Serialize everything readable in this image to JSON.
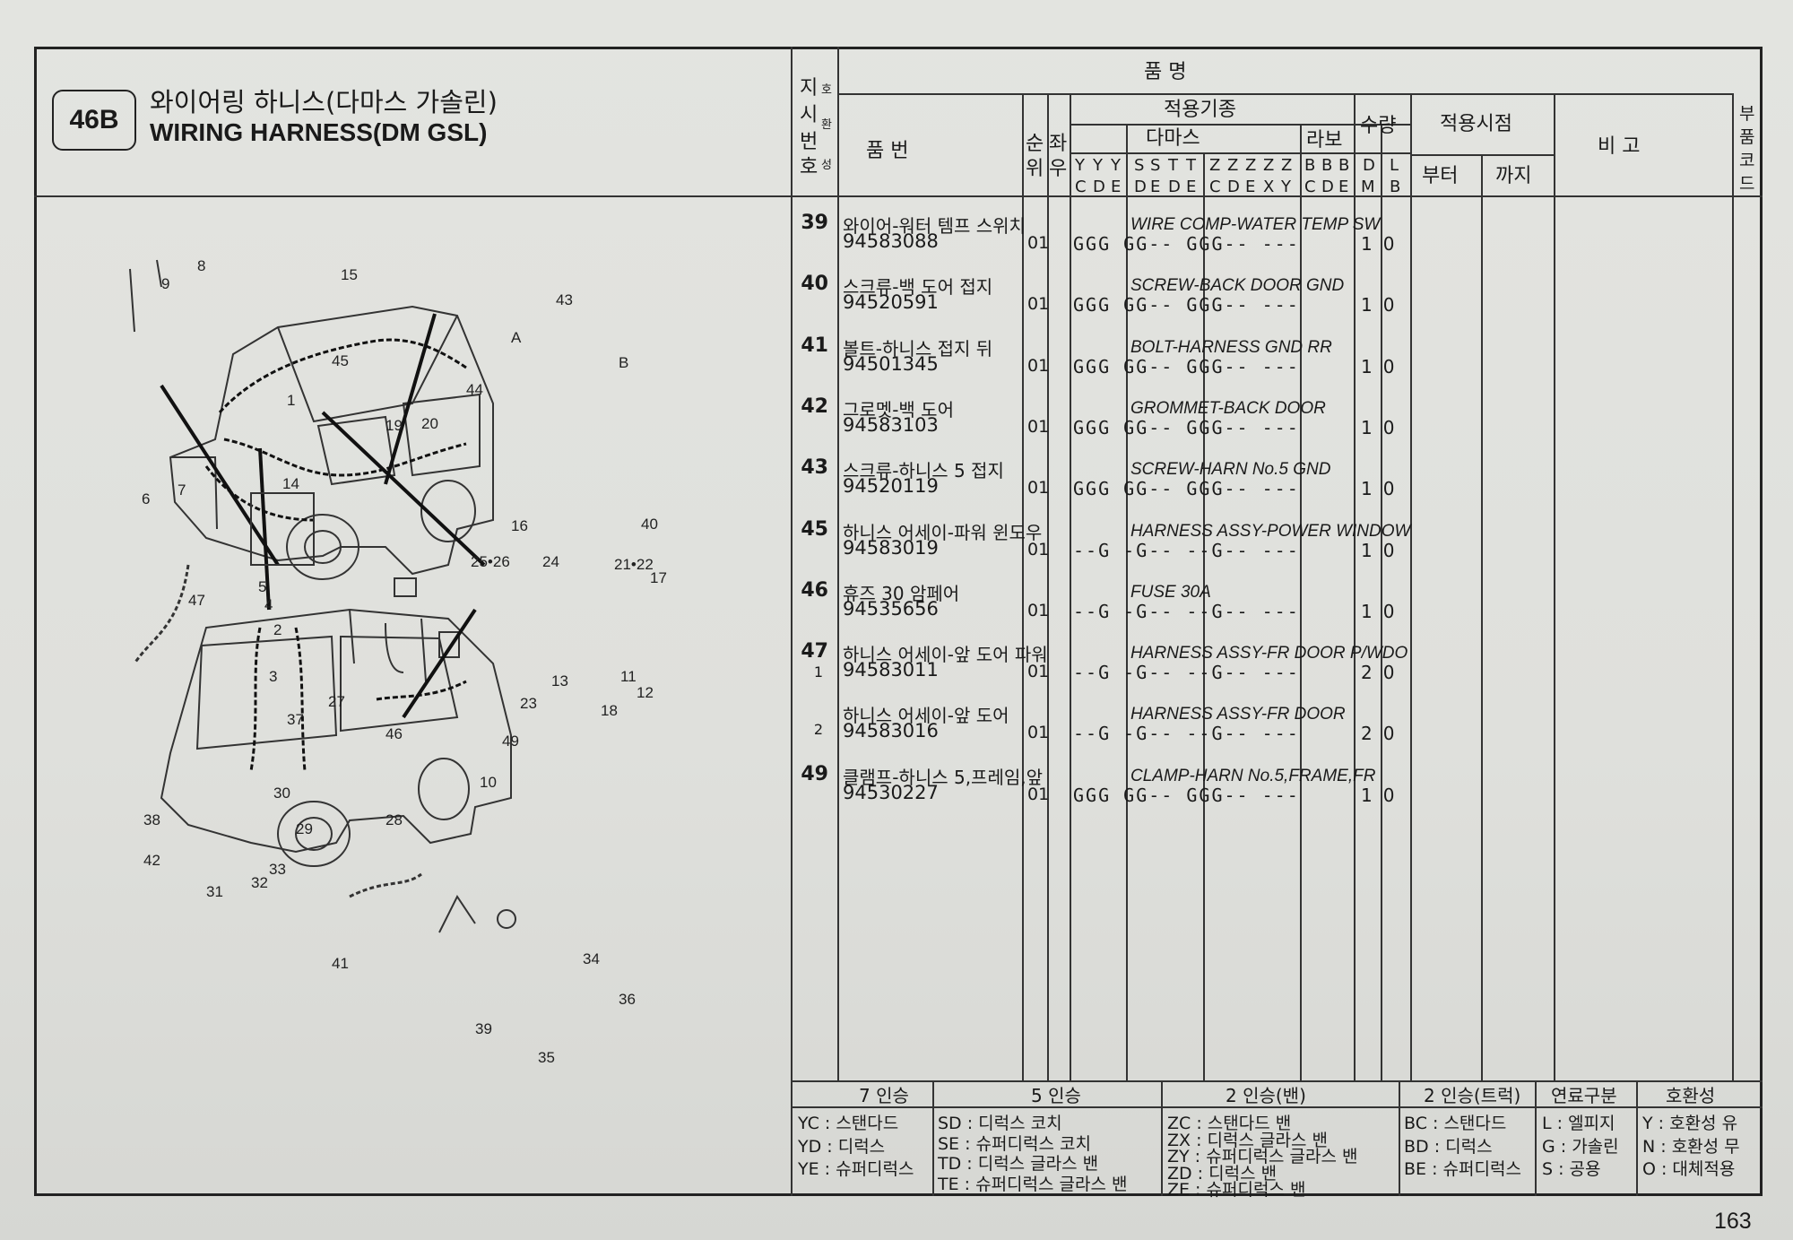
{
  "section": {
    "code": "46B",
    "title_ko": "와이어링 하니스(다마스 가솔린)",
    "title_en": "WIRING HARNESS(DM GSL)"
  },
  "header": {
    "index_no": [
      "지",
      "시",
      "번",
      "호"
    ],
    "interchange": [
      "호",
      "환",
      "성"
    ],
    "product_name": "품                    명",
    "part_no": "품        번",
    "seq": [
      "순",
      "위"
    ],
    "side": [
      "좌",
      "우"
    ],
    "applicable_models": "적용기종",
    "damas": "다마스",
    "labo": "라보",
    "damas_codes_row1": [
      "Y",
      "Y",
      "Y",
      "S",
      "S",
      "T",
      "T",
      "Z",
      "Z",
      "Z",
      "Z",
      "Z"
    ],
    "damas_codes_row2": [
      "C",
      "D",
      "E",
      "D",
      "E",
      "D",
      "E",
      "C",
      "D",
      "E",
      "X",
      "Y"
    ],
    "labo_codes_row1": [
      "B",
      "B",
      "B"
    ],
    "labo_codes_row2": [
      "C",
      "D",
      "E"
    ],
    "qty": "수량",
    "qty_codes": [
      [
        "D",
        "M"
      ],
      [
        "L",
        "B"
      ]
    ],
    "applied_period": "적용시점",
    "from": "부터",
    "to": "까지",
    "remarks": "비                고",
    "part_code": [
      "부",
      "품",
      "코",
      "드"
    ]
  },
  "rows": [
    {
      "no": "39",
      "sub": "",
      "name_ko": "와이어-워터 템프 스위치",
      "part_no": "94583088",
      "seq": "01",
      "name_en": "WIRE COMP-WATER TEMP SW",
      "models": "GGG GG-- GGG-- ---",
      "qty": "10"
    },
    {
      "no": "40",
      "sub": "",
      "name_ko": "스크류-백 도어 접지",
      "part_no": "94520591",
      "seq": "01",
      "name_en": "SCREW-BACK DOOR GND",
      "models": "GGG GG-- GGG-- ---",
      "qty": "10"
    },
    {
      "no": "41",
      "sub": "",
      "name_ko": "볼트-하니스 접지 뒤",
      "part_no": "94501345",
      "seq": "01",
      "name_en": "BOLT-HARNESS GND RR",
      "models": "GGG GG-- GGG-- ---",
      "qty": "10"
    },
    {
      "no": "42",
      "sub": "",
      "name_ko": "그로멧-백 도어",
      "part_no": "94583103",
      "seq": "01",
      "name_en": "GROMMET-BACK DOOR",
      "models": "GGG GG-- GGG-- ---",
      "qty": "10"
    },
    {
      "no": "43",
      "sub": "",
      "name_ko": "스크류-하니스 5 접지",
      "part_no": "94520119",
      "seq": "01",
      "name_en": "SCREW-HARN No.5 GND",
      "models": "GGG GG-- GGG-- ---",
      "qty": "10"
    },
    {
      "no": "45",
      "sub": "",
      "name_ko": "하니스 어세이-파워 윈도우",
      "part_no": "94583019",
      "seq": "01",
      "name_en": "HARNESS ASSY-POWER WINDOW",
      "models": "--G -G-- --G-- ---",
      "qty": "10"
    },
    {
      "no": "46",
      "sub": "",
      "name_ko": "휴즈 30 암페어",
      "part_no": "94535656",
      "seq": "01",
      "name_en": "FUSE 30A",
      "models": "--G -G-- --G-- ---",
      "qty": "10"
    },
    {
      "no": "47",
      "sub": "1",
      "name_ko": "하니스 어세이-앞 도어 파워",
      "part_no": "94583011",
      "seq": "01",
      "name_en": "HARNESS ASSY-FR DOOR P/WDO",
      "models": "--G -G-- --G-- ---",
      "qty": "20"
    },
    {
      "no": "",
      "sub": "2",
      "name_ko": "하니스 어세이-앞 도어",
      "part_no": "94583016",
      "seq": "01",
      "name_en": "HARNESS ASSY-FR DOOR",
      "models": "--G -G-- --G-- ---",
      "qty": "20"
    },
    {
      "no": "49",
      "sub": "",
      "name_ko": "클램프-하니스 5,프레임,앞",
      "part_no": "94530227",
      "seq": "01",
      "name_en": "CLAMP-HARN No.5,FRAME,FR",
      "models": "GGG GG-- GGG-- ---",
      "qty": "10"
    }
  ],
  "legend": {
    "seven": {
      "head": "7 인승",
      "items": [
        "YC : 스탠다드",
        "YD : 디럭스",
        "YE : 슈퍼디럭스"
      ]
    },
    "five": {
      "head": "5 인승",
      "items": [
        "SD : 디럭스 코치",
        "SE : 슈퍼디럭스 코치",
        "TD : 디럭스 글라스 밴",
        "TE : 슈퍼디럭스 글라스 밴"
      ]
    },
    "two_van": {
      "head": "2 인승(밴)",
      "items": [
        "ZC : 스탠다드 밴",
        "ZX : 디럭스 글라스 밴",
        "ZY : 슈퍼디럭스 글라스 밴",
        "ZD : 디럭스 밴",
        "ZE : 슈퍼디럭스 밴"
      ]
    },
    "two_truck": {
      "head": "2 인승(트럭)",
      "items": [
        "BC : 스탠다드",
        "BD : 디럭스",
        "BE : 슈퍼디럭스"
      ]
    },
    "fuel": {
      "head": "연료구분",
      "items": [
        "L : 엘피지",
        "G : 가솔린",
        "S : 공용"
      ]
    },
    "compat": {
      "head": "호환성",
      "items": [
        "Y : 호환성 유",
        "N : 호환성 무",
        "O : 대체적용"
      ]
    }
  },
  "callouts": [
    "9",
    "8",
    "15",
    "43",
    "A",
    "B",
    "45",
    "1",
    "44",
    "19",
    "20",
    "14",
    "6",
    "7",
    "16",
    "40",
    "47",
    "5",
    "4",
    "25•26",
    "24",
    "21•22",
    "17",
    "2",
    "3",
    "27",
    "23",
    "18",
    "46",
    "49",
    "13",
    "11",
    "12",
    "37",
    "30",
    "29",
    "28",
    "10",
    "38",
    "42",
    "33",
    "32",
    "31",
    "41",
    "34",
    "36",
    "39",
    "35"
  ],
  "page_number": "163"
}
